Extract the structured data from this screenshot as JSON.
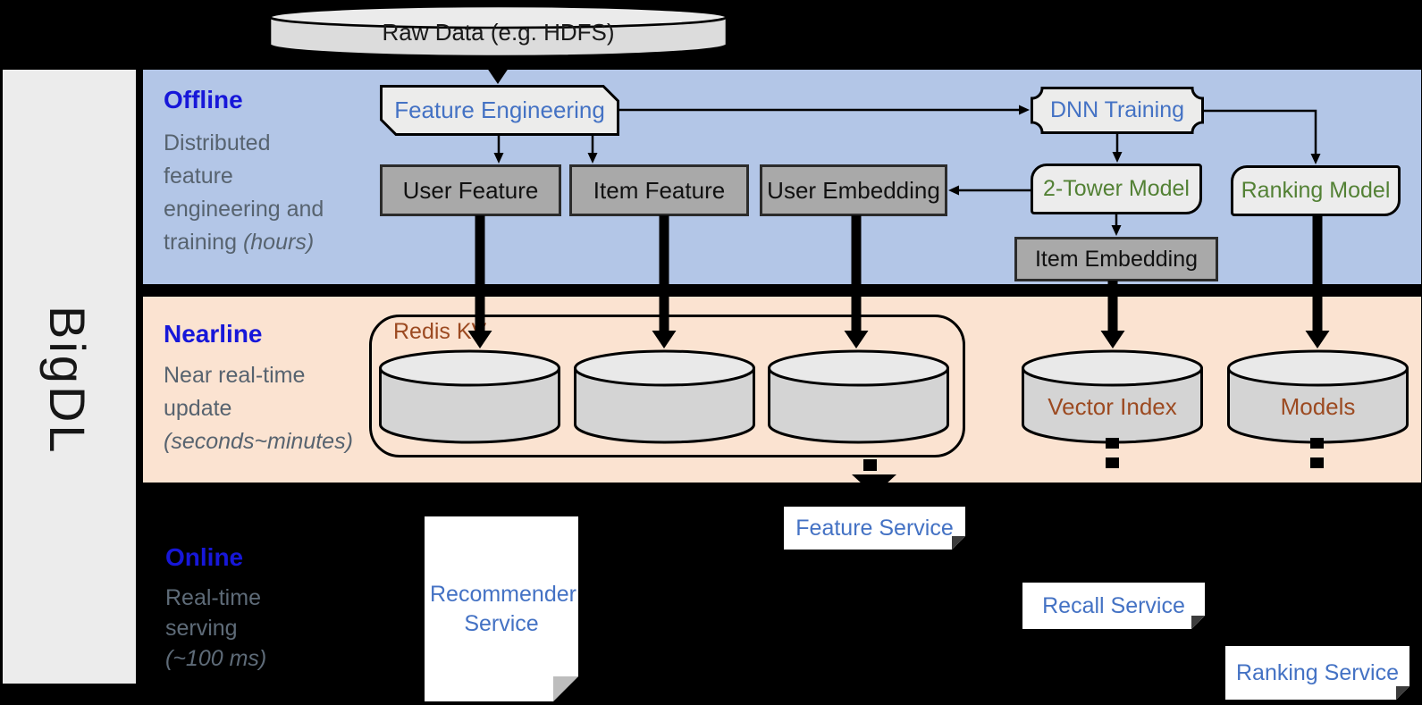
{
  "sidebar": {
    "label": "BigDL"
  },
  "bands": {
    "offline": {
      "title": "Offline",
      "line1": "Distributed",
      "line2": "feature",
      "line3": "engineering and",
      "line4": "training ",
      "line4_italic": "(hours)"
    },
    "nearline": {
      "title": "Nearline",
      "line1": "Near real-time",
      "line2": "update",
      "line3_italic": "(seconds~minutes)"
    },
    "online": {
      "title": "Online",
      "line1": "Real-time",
      "line2": "serving",
      "line3_italic": "(~100 ms)"
    }
  },
  "nodes": {
    "raw_data": "Raw Data (e.g. HDFS)",
    "feature_engineering": "Feature Engineering",
    "dnn_training": "DNN Training",
    "user_feature": "User Feature",
    "item_feature": "Item Feature",
    "user_embedding": "User Embedding",
    "two_tower_model": "2-Tower Model",
    "ranking_model": "Ranking Model",
    "item_embedding": "Item Embedding",
    "redis_kv": "Redis KV",
    "vector_index": "Vector Index",
    "models": "Models",
    "recommender_service": "Recommender Service",
    "feature_service": "Feature Service",
    "recall_service": "Recall Service",
    "ranking_service": "Ranking Service"
  },
  "colors": {
    "offline_band": "#b3c6e7",
    "nearline_band": "#fbe3d1",
    "side_strip": "#ececec",
    "title_blue": "#1717d9",
    "label_blue": "#4472c4",
    "model_green": "#538135",
    "storage_brown": "#9c4a21",
    "description_gray": "#57636f",
    "box_gray": "#a9a9a9"
  }
}
